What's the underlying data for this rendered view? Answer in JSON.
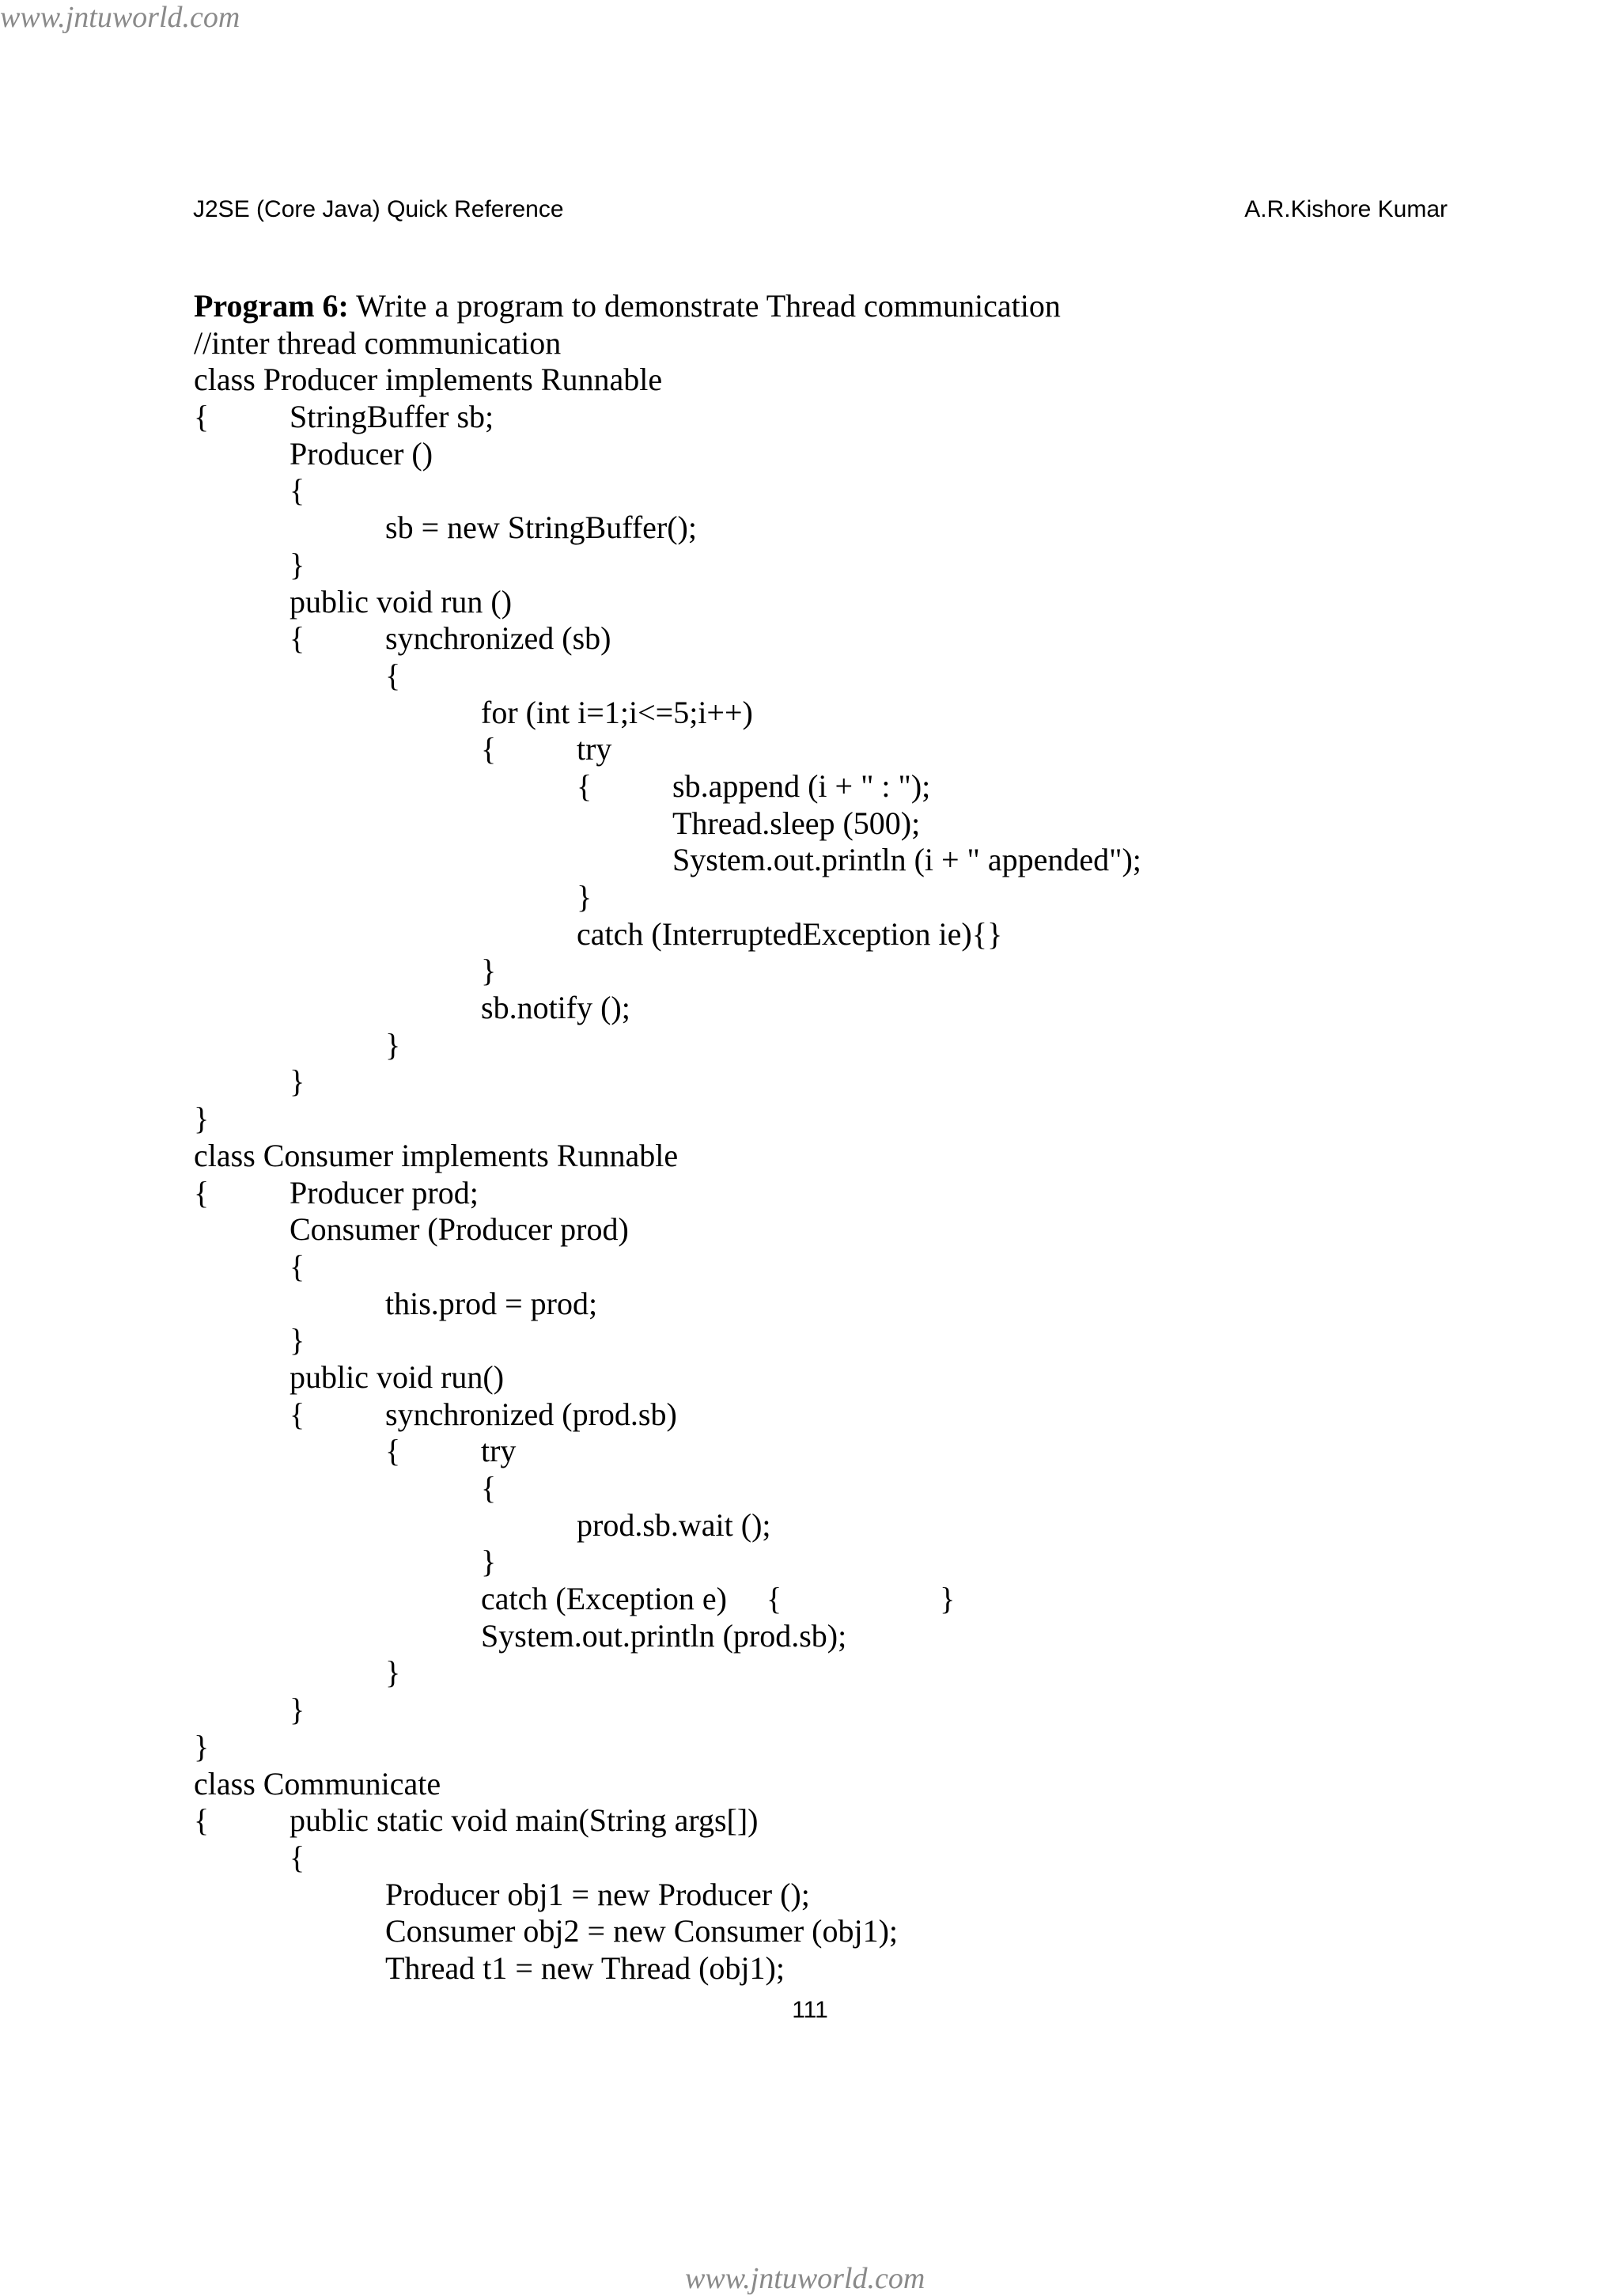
{
  "watermark": {
    "top": "www.jntuworld.com",
    "bottom": "www.jntuworld.com"
  },
  "header": {
    "left": "J2SE (Core Java) Quick Reference",
    "right": "A.R.Kishore Kumar"
  },
  "program": {
    "label": "Program 6:",
    "description": " Write a program to demonstrate Thread communication"
  },
  "code_lines": [
    [
      "//inter thread communication"
    ],
    [
      "class Producer implements Runnable"
    ],
    [
      "{",
      "StringBuffer sb;"
    ],
    [
      "",
      "Producer ()"
    ],
    [
      "",
      "{"
    ],
    [
      "",
      "",
      "sb = new StringBuffer();"
    ],
    [
      "",
      "}"
    ],
    [
      "",
      "public void run ()"
    ],
    [
      "",
      "{",
      "synchronized (sb)"
    ],
    [
      "",
      "",
      "{"
    ],
    [
      "",
      "",
      "",
      "for (int i=1;i<=5;i++)"
    ],
    [
      "",
      "",
      "",
      "{",
      "try"
    ],
    [
      "",
      "",
      "",
      "",
      "{",
      "sb.append (i + \" : \");"
    ],
    [
      "",
      "",
      "",
      "",
      "",
      "Thread.sleep (500);"
    ],
    [
      "",
      "",
      "",
      "",
      "",
      "System.out.println (i + \" appended\");"
    ],
    [
      "",
      "",
      "",
      "",
      "}"
    ],
    [
      "",
      "",
      "",
      "",
      "catch (InterruptedException ie){}"
    ],
    [
      "",
      "",
      "",
      "}"
    ],
    [
      "",
      "",
      "",
      "sb.notify ();"
    ],
    [
      "",
      "",
      "}"
    ],
    [
      "",
      "}"
    ],
    [
      "}"
    ],
    [
      "class Consumer implements Runnable"
    ],
    [
      "{",
      "Producer prod;"
    ],
    [
      "",
      "Consumer (Producer prod)"
    ],
    [
      "",
      "{"
    ],
    [
      "",
      "",
      "this.prod = prod;"
    ],
    [
      "",
      "}"
    ],
    [
      "",
      "public void run()"
    ],
    [
      "",
      "{",
      "synchronized (prod.sb)"
    ],
    [
      "",
      "",
      "{",
      "try"
    ],
    [
      "",
      "",
      "",
      "{"
    ],
    [
      "",
      "",
      "",
      "",
      "prod.sb.wait ();"
    ],
    [
      "",
      "",
      "",
      "}"
    ],
    [
      "",
      "",
      "",
      "catch (Exception e)     {                    }"
    ],
    [
      "",
      "",
      "",
      "System.out.println (prod.sb);"
    ],
    [
      "",
      "",
      "}"
    ],
    [
      "",
      "}"
    ],
    [
      "}"
    ],
    [
      "class Communicate"
    ],
    [
      "{",
      "public static void main(String args[])"
    ],
    [
      "",
      "{"
    ],
    [
      "",
      "",
      "Producer obj1 = new Producer ();"
    ],
    [
      "",
      "",
      "Consumer obj2 = new Consumer (obj1);"
    ],
    [
      "",
      "",
      "Thread t1 = new Thread (obj1);"
    ]
  ],
  "page_number": "111"
}
